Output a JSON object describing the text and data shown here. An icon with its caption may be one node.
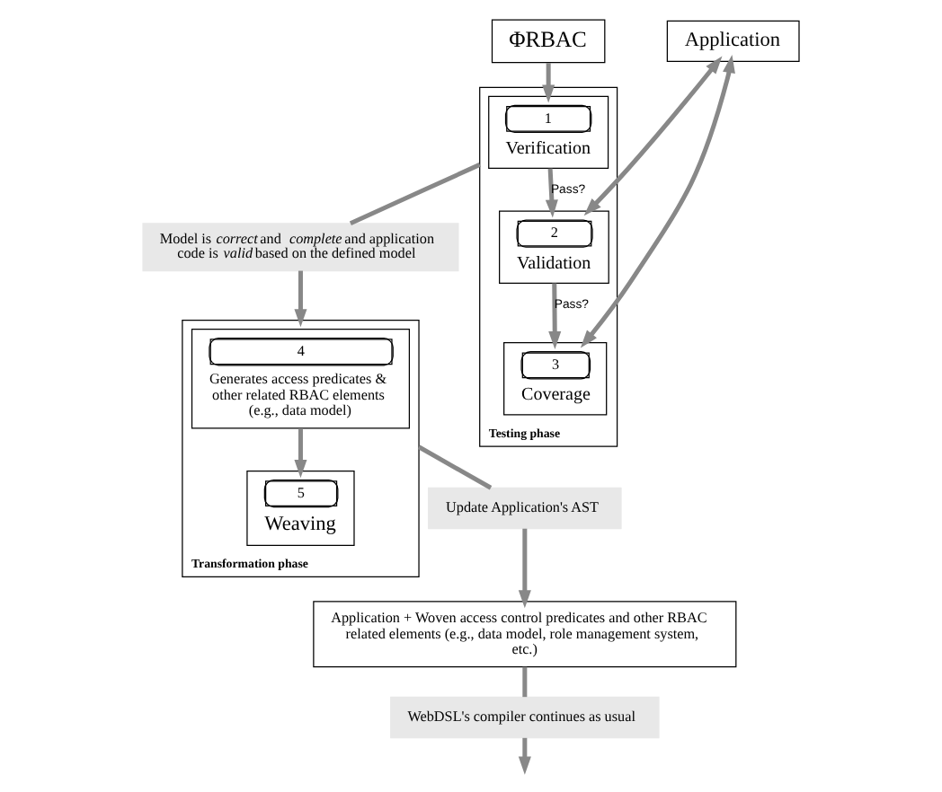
{
  "diagram": {
    "nodes": [
      {
        "text": [
          "ΦRBAC"
        ]
      },
      {
        "text": [
          "Application"
        ]
      },
      {
        "text": [
          "Testing phase"
        ]
      },
      {
        "text": [
          "1",
          "Verification"
        ],
        "in": 2
      },
      {
        "text": [
          "2",
          "Validation"
        ],
        "in": 2
      },
      {
        "text": [
          "3",
          "Coverage"
        ],
        "in": 2
      },
      {
        "text": [
          "Model is *correct* and *complete* and application code is *valid* based on the defined model"
        ]
      },
      {
        "text": [
          "Transformation phase"
        ]
      },
      {
        "text": [
          "4",
          "Generates access predicates & other related RBAC elements (e.g., data model)"
        ],
        "in": 7
      },
      {
        "text": [
          "5",
          "Weaving"
        ],
        "in": 7
      },
      {
        "text": [
          "Update Application's AST"
        ]
      },
      {
        "text": [
          "Application + Woven access control predicates and other RBAC related elements (e.g., data model, role management system, etc.)"
        ]
      },
      {
        "text": [
          "WebDSL's compiler continues as usual"
        ]
      }
    ],
    "edges": [
      {
        "from": 0,
        "to": 3,
        "arrow": "to"
      },
      {
        "from": 1,
        "to": 4,
        "arrow": "both"
      },
      {
        "from": 1,
        "to": 5,
        "arrow": "both"
      },
      {
        "from": 3,
        "to": 4,
        "arrow": "to",
        "label": "Pass?"
      },
      {
        "from": 4,
        "to": 5,
        "arrow": "to",
        "label": "Pass?"
      },
      {
        "from": 2,
        "to": 6,
        "arrow": "none"
      },
      {
        "from": 6,
        "to": 7,
        "arrow": "to"
      },
      {
        "from": 8,
        "to": 9,
        "arrow": "to"
      },
      {
        "from": 7,
        "to": 10,
        "arrow": "none"
      },
      {
        "from": 10,
        "to": 11,
        "arrow": "to"
      },
      {
        "from": 11,
        "to": 12,
        "arrow": "none"
      },
      {
        "from": 12,
        "to": null,
        "arrow": "to"
      }
    ]
  }
}
